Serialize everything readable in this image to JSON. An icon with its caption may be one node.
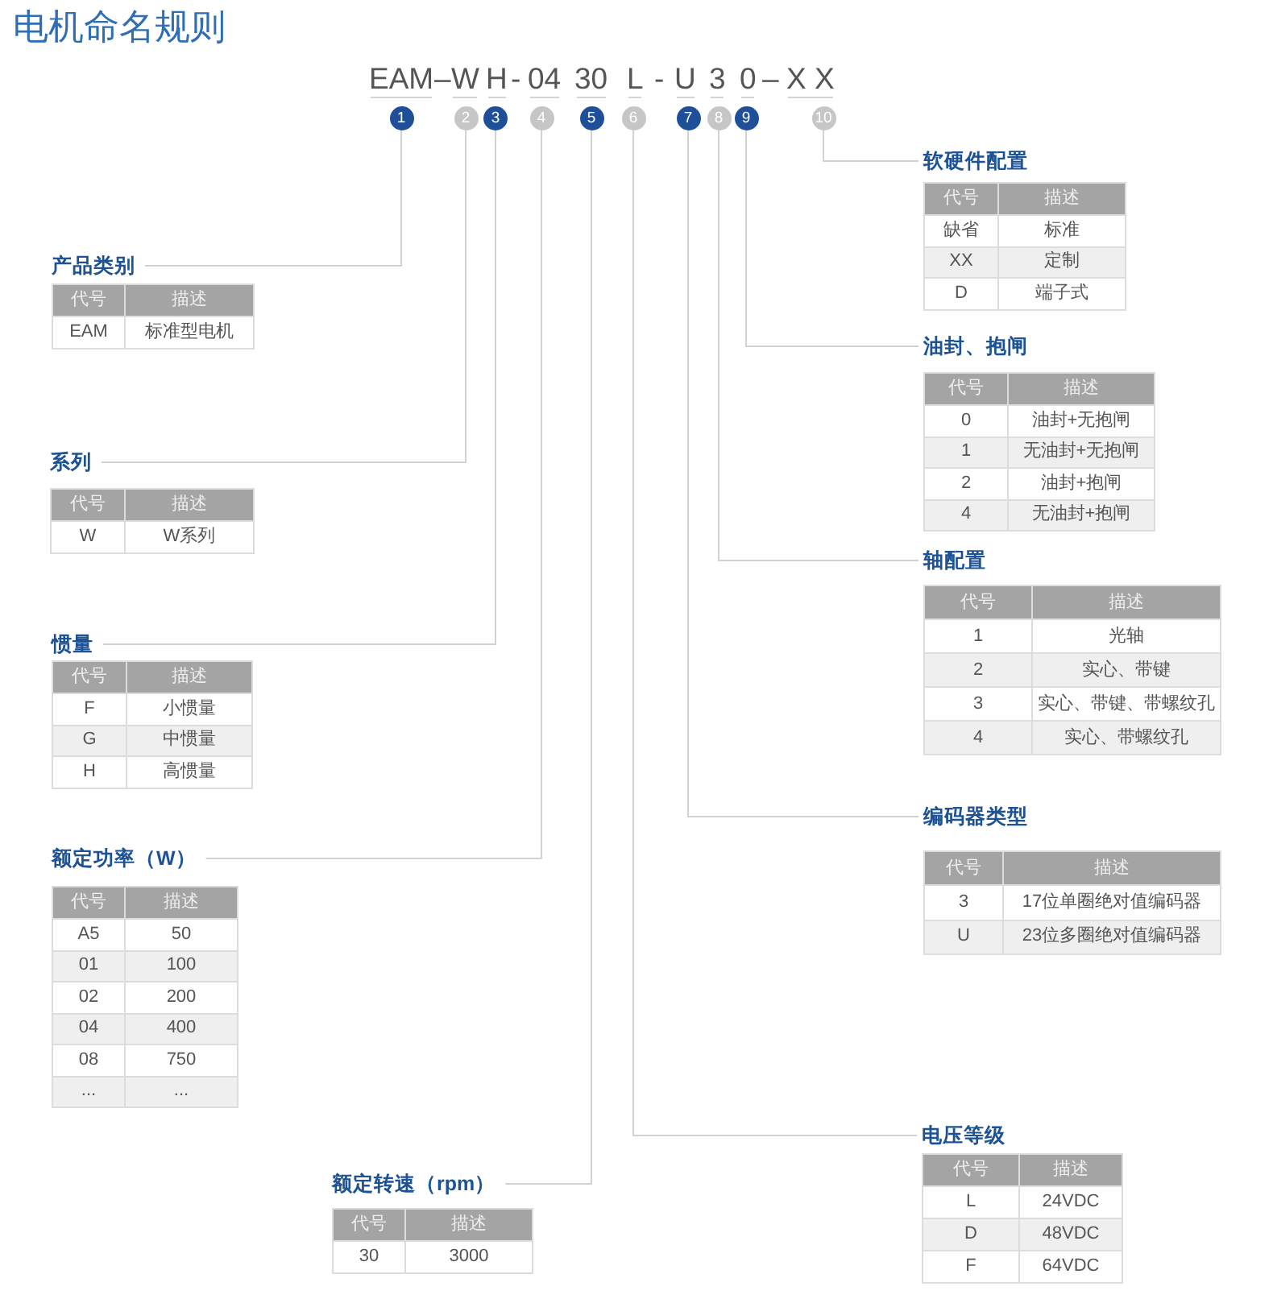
{
  "diagram": {
    "title": "电机命名规则",
    "nodes": [
      {
        "text": [
          "1"
        ],
        "beside": [
          "EAM"
        ]
      },
      {
        "text": [
          "2"
        ],
        "beside": [
          "W"
        ]
      },
      {
        "text": [
          "3"
        ],
        "beside": [
          "H"
        ]
      },
      {
        "text": [
          "4"
        ],
        "beside": [
          "04"
        ]
      },
      {
        "text": [
          "5"
        ],
        "beside": [
          "30"
        ]
      },
      {
        "text": [
          "6"
        ],
        "beside": [
          "L"
        ]
      },
      {
        "text": [
          "7"
        ],
        "beside": [
          "U"
        ]
      },
      {
        "text": [
          "8"
        ],
        "beside": [
          "3"
        ]
      },
      {
        "text": [
          "9"
        ],
        "beside": [
          "0"
        ]
      },
      {
        "text": [
          "10"
        ],
        "beside": [
          "X X"
        ]
      },
      {
        "text": [
          "产品类别",
          "代号",
          "描述",
          "EAM",
          "标准型电机"
        ]
      },
      {
        "text": [
          "系列",
          "代号",
          "描述",
          "W",
          "W系列"
        ]
      },
      {
        "text": [
          "惯量",
          "代号",
          "描述",
          "F",
          "小惯量",
          "G",
          "中惯量",
          "H",
          "高惯量"
        ]
      },
      {
        "text": [
          "额定功率（W）",
          "代号",
          "描述",
          "A5",
          "50",
          "01",
          "100",
          "02",
          "200",
          "04",
          "400",
          "08",
          "750",
          "...",
          "..."
        ]
      },
      {
        "text": [
          "额定转速（rpm）",
          "代号",
          "描述",
          "30",
          "3000"
        ]
      },
      {
        "text": [
          "电压等级",
          "代号",
          "描述",
          "L",
          "24VDC",
          "D",
          "48VDC",
          "F",
          "64VDC"
        ]
      },
      {
        "text": [
          "编码器类型",
          "代号",
          "描述",
          "3",
          "17位单圈绝对值编码器",
          "U",
          "23位多圈绝对值编码器"
        ]
      },
      {
        "text": [
          "轴配置",
          "代号",
          "描述",
          "1",
          "光轴",
          "2",
          "实心、带键",
          "3",
          "实心、带键、带螺纹孔",
          "4",
          "实心、带螺纹孔"
        ]
      },
      {
        "text": [
          "油封、抱闸",
          "代号",
          "描述",
          "0",
          "油封+无抱闸",
          "1",
          "无油封+无抱闸",
          "2",
          "油封+抱闸",
          "4",
          "无油封+抱闸"
        ]
      },
      {
        "text": [
          "软硬件配置",
          "代号",
          "描述",
          "缺省",
          "标准",
          "XX",
          "定制",
          "D",
          "端子式"
        ]
      }
    ],
    "edges": [
      {
        "from": 0,
        "to": 10,
        "arrow": "none"
      },
      {
        "from": 1,
        "to": 11,
        "arrow": "none"
      },
      {
        "from": 2,
        "to": 12,
        "arrow": "none"
      },
      {
        "from": 3,
        "to": 13,
        "arrow": "none"
      },
      {
        "from": 4,
        "to": 14,
        "arrow": "none"
      },
      {
        "from": 5,
        "to": 15,
        "arrow": "none"
      },
      {
        "from": 6,
        "to": 16,
        "arrow": "none"
      },
      {
        "from": 7,
        "to": 17,
        "arrow": "none"
      },
      {
        "from": 8,
        "to": 18,
        "arrow": "none"
      },
      {
        "from": 9,
        "to": 19,
        "arrow": "none"
      }
    ],
    "labels": [
      "–",
      "-",
      "-",
      "–"
    ]
  }
}
